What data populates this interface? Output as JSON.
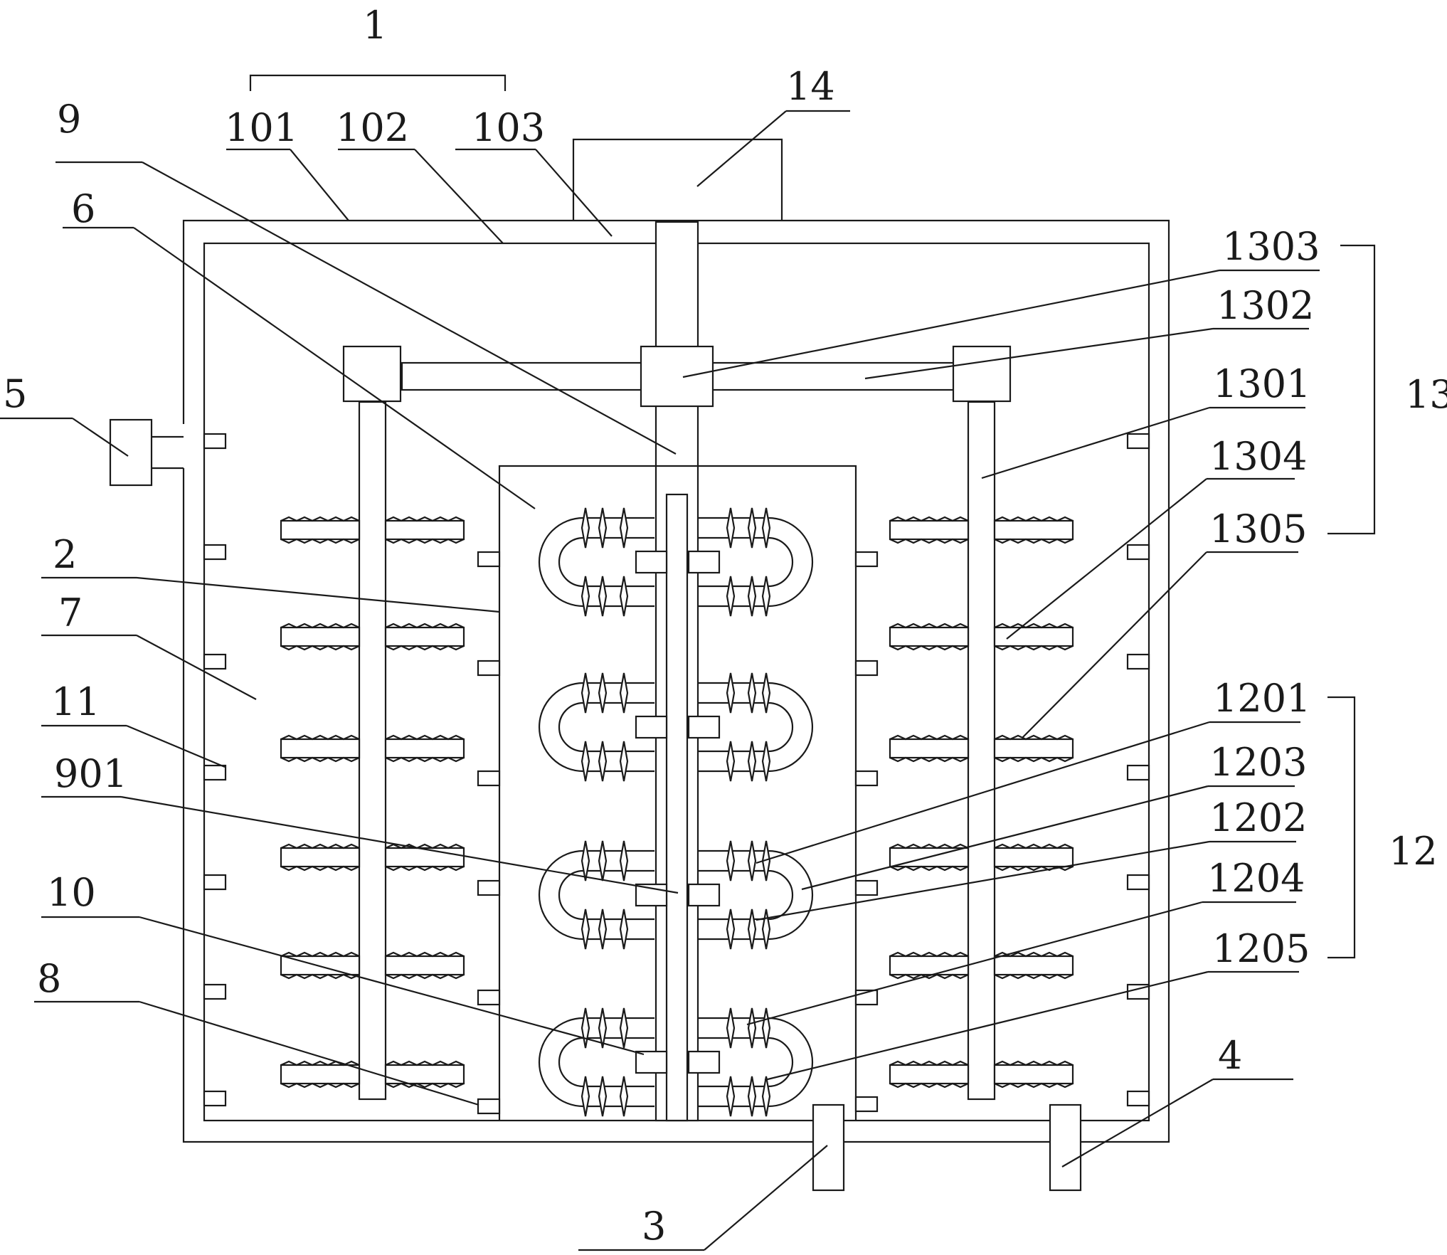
{
  "labels": {
    "l1": "1",
    "l101": "101",
    "l102": "102",
    "l103": "103",
    "l14": "14",
    "l9": "9",
    "l6": "6",
    "l5": "5",
    "l2": "2",
    "l7": "7",
    "l11": "11",
    "l901": "901",
    "l10": "10",
    "l8": "8",
    "l3": "3",
    "l4": "4",
    "l1303": "1303",
    "l1302": "1302",
    "l1301": "1301",
    "l13": "13",
    "l1304": "1304",
    "l1305": "1305",
    "l1201": "1201",
    "l1203": "1203",
    "l1202": "1202",
    "l12": "12",
    "l1204": "1204",
    "l1205": "1205"
  },
  "colors": {
    "line": "#1a1a1a",
    "background": "#ffffff"
  }
}
